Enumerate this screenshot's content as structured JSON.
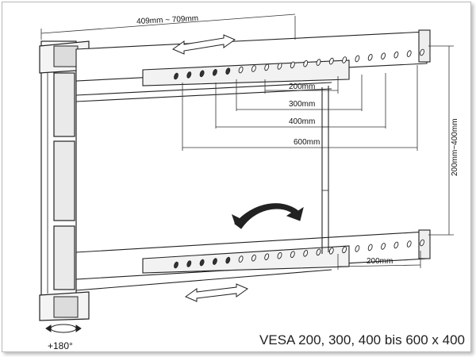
{
  "labels": {
    "width_range": "409mm ~ 709mm",
    "vesa_200": "200mm",
    "vesa_300": "300mm",
    "vesa_400": "400mm",
    "vesa_600": "600mm",
    "vertical_range": "200mm~400mm",
    "bottom_200": "200mm",
    "rotation": "+180°"
  },
  "caption": "VESA 200, 300, 400 bis 600 x 400",
  "colors": {
    "line": "#222222",
    "fill": "#ffffff",
    "shade": "#dcdcdc",
    "hole": "#ffffff"
  }
}
